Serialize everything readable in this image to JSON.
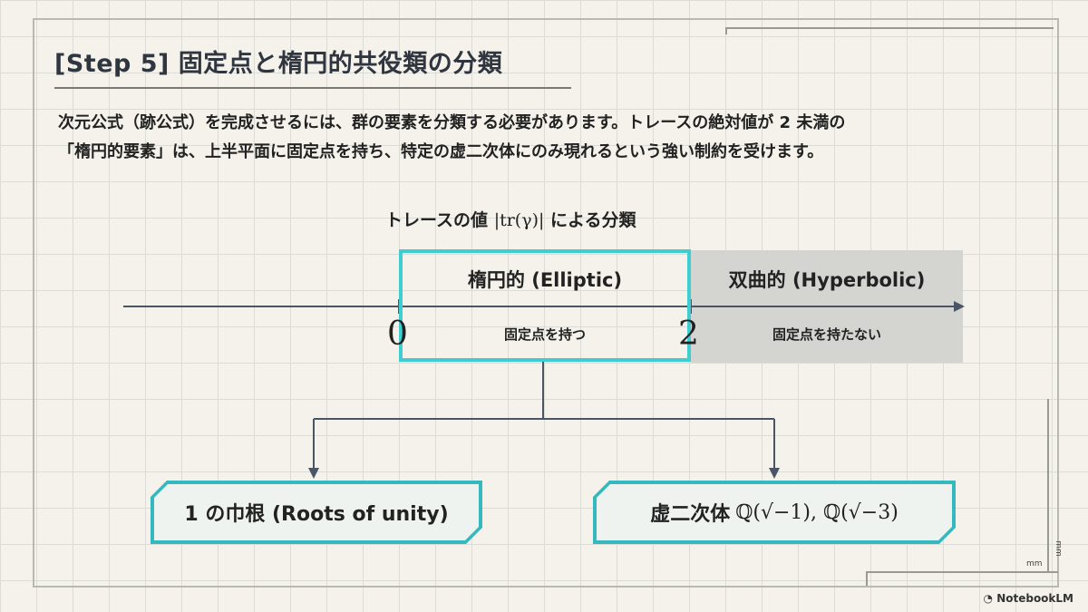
{
  "title": "[Step 5] 固定点と楕円的共役類の分類",
  "description": [
    "次元公式（跡公式）を完成させるには、群の要素を分類する必要があります。トレースの絶対値が 2 未満の",
    "「楕円的要素」は、上半平面に固定点を持ち、特定の虚二次体にのみ現れるという強い制約を受けます。"
  ],
  "axis": {
    "title_prefix": "トレースの値",
    "title_math": "|tr(γ)|",
    "title_suffix": "による分類",
    "tick_0": "0",
    "tick_2": "2"
  },
  "regions": {
    "elliptic": {
      "name": "楕円的 (Elliptic)",
      "note": "固定点を持つ"
    },
    "hyperbolic": {
      "name": "双曲的 (Hyperbolic)",
      "note": "固定点を持たない"
    }
  },
  "leaves": {
    "left": "1 の巾根 (Roots of unity)",
    "right_text": "虚二次体",
    "right_math": "ℚ(√−1), ℚ(√−3)"
  },
  "corner_label_1": "mm",
  "corner_label_2": "mm",
  "brand": "NotebookLM",
  "colors": {
    "accent": "#3fcdd2",
    "hyperbolic_fill": "#d4d4d0",
    "axis": "#4a5566"
  }
}
